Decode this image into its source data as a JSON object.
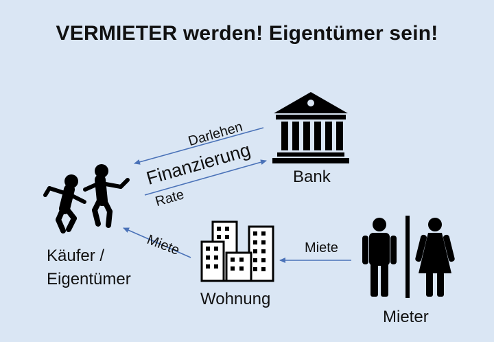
{
  "title": "VERMIETER werden! Eigentümer sein!",
  "nodes": {
    "bank": "Bank",
    "kaeufer_line1": "Käufer /",
    "kaeufer_line2": "Eigentümer",
    "wohnung": "Wohnung",
    "mieter": "Mieter"
  },
  "edges": {
    "darlehen": "Darlehen",
    "finanzierung": "Finanzierung",
    "rate": "Rate",
    "miete_wohnung_to_kaeufer": "Miete",
    "miete_mieter_to_wohnung": "Miete"
  },
  "colors": {
    "background": "#dae6f4",
    "arrow": "#4a72b8",
    "icon": "#000000"
  },
  "icons": [
    "bank-icon",
    "dancing-people-icon",
    "apartment-buildings-icon",
    "restroom-people-icon"
  ]
}
